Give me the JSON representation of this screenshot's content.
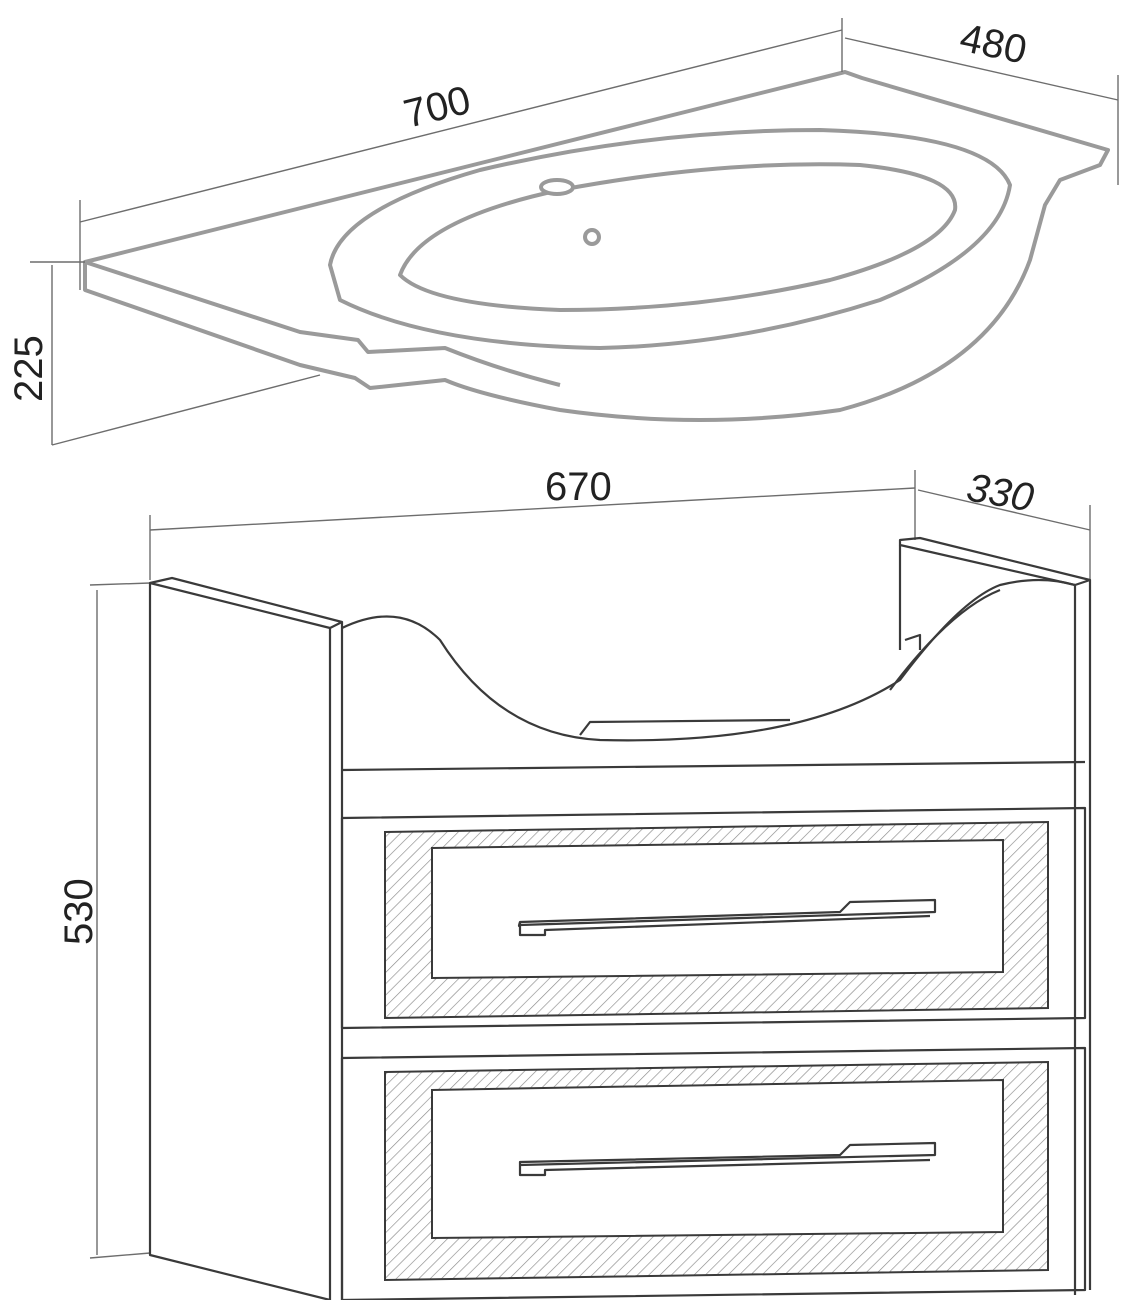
{
  "title": "Vanity unit with washbasin - dimensions",
  "basin": {
    "width": "700",
    "depth": "480",
    "height": "225"
  },
  "cabinet": {
    "width": "670",
    "depth": "330",
    "height": "530"
  },
  "colors": {
    "line": "#3a3a3a",
    "basin_line": "#9a9a9a",
    "hatch": "#8a8a8a"
  }
}
